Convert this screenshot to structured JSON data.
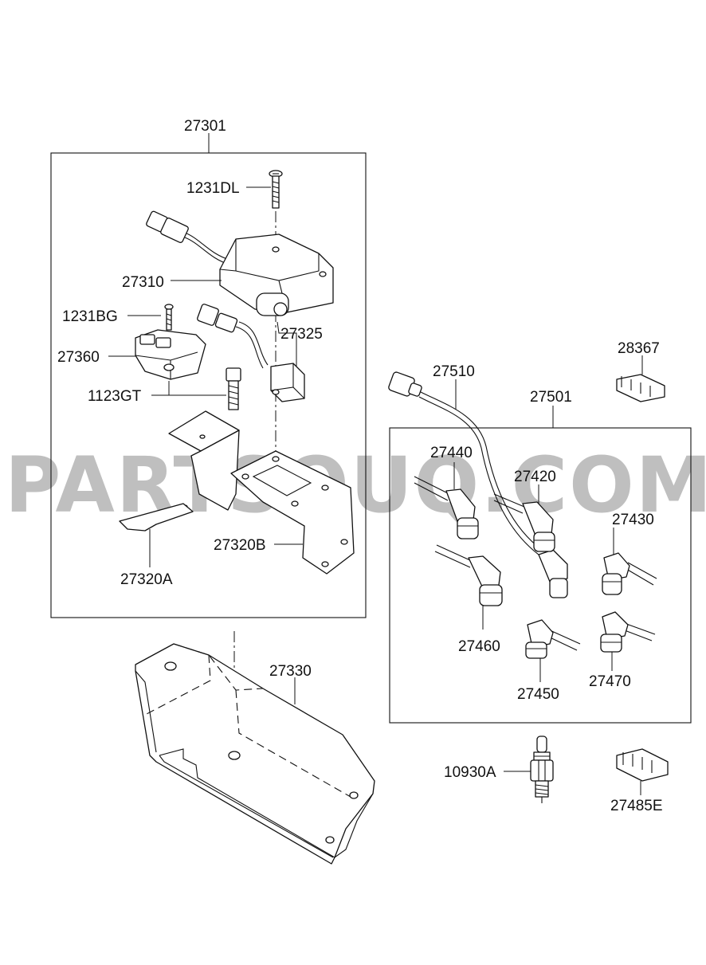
{
  "watermark": "PARTSOUQ.COM",
  "colors": {
    "line": "#111111",
    "watermark": "#bfbfbf",
    "background": "#ffffff"
  },
  "labels": {
    "p27301": "27301",
    "p1231DL": "1231DL",
    "p27310": "27310",
    "p1231BG": "1231BG",
    "p27325": "27325",
    "p27360": "27360",
    "p1123GT": "1123GT",
    "p27320B": "27320B",
    "p27320A": "27320A",
    "p28367": "28367",
    "p27510": "27510",
    "p27501": "27501",
    "p27440": "27440",
    "p27420": "27420",
    "p27430": "27430",
    "p27460": "27460",
    "p27450": "27450",
    "p27470": "27470",
    "p27330": "27330",
    "p10930A": "10930A",
    "p27485E": "27485E"
  }
}
